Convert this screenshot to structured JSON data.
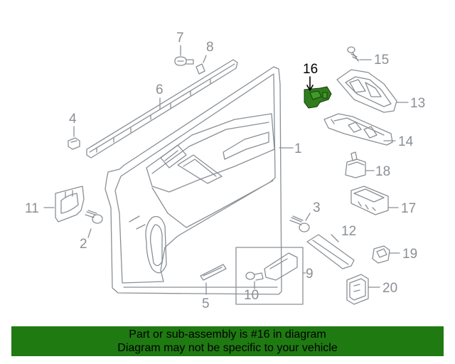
{
  "callouts": {
    "c1": "1",
    "c2": "2",
    "c3": "3",
    "c4": "4",
    "c5": "5",
    "c6": "6",
    "c7": "7",
    "c8": "8",
    "c9": "9",
    "c10": "10",
    "c11": "11",
    "c12": "12",
    "c13": "13",
    "c14": "14",
    "c15": "15",
    "c16": "16",
    "c17": "17",
    "c18": "18",
    "c19": "19",
    "c20": "20"
  },
  "banner": {
    "line1": "Part or sub-assembly is #16 in diagram",
    "line2": "Diagram may not be specific to your vehicle"
  },
  "colors": {
    "line_art": "#8a8f94",
    "highlight_part": "#2f7d1c",
    "banner_bg": "#1f7a12"
  }
}
